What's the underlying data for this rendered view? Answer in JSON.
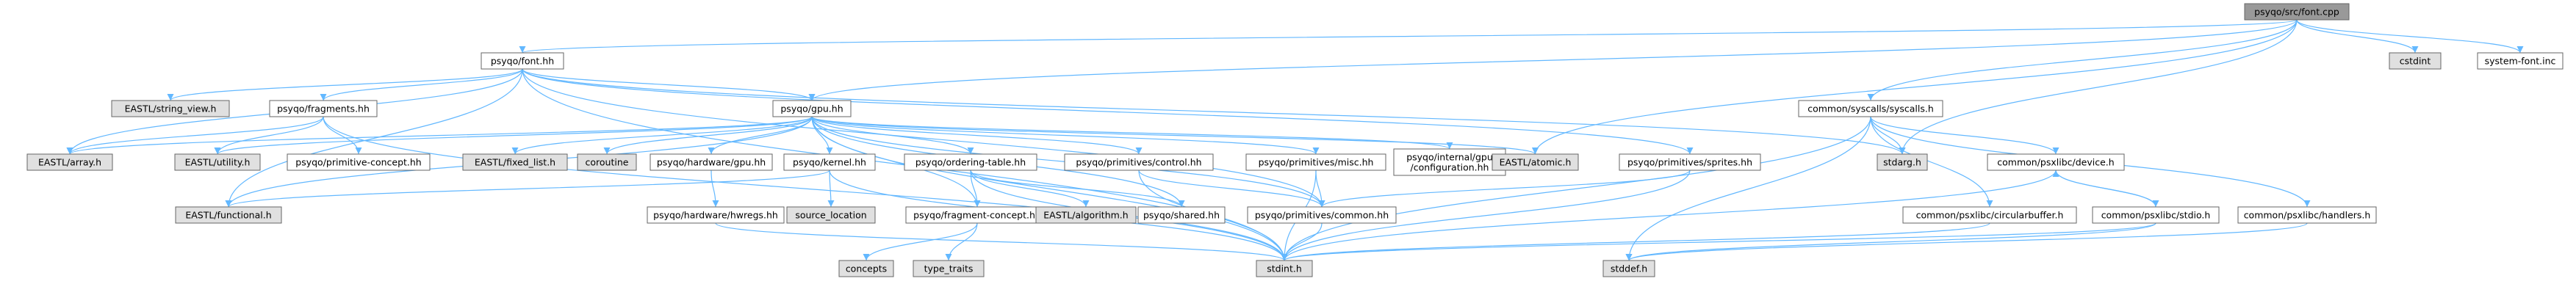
{
  "diagram": {
    "colors": {
      "edge": "#63b8ff",
      "arrowhead": "#63b8ff",
      "root_fill": "#999999",
      "node_fill": "#ffffff",
      "external_fill": "#e0e0e0",
      "border": "#666666"
    },
    "nodes": [
      {
        "id": "font_cpp",
        "label": "psyqo/src/font.cpp",
        "style": "root"
      },
      {
        "id": "font_hh",
        "label": "psyqo/font.hh",
        "style": "local"
      },
      {
        "id": "cstdint",
        "label": "cstdint",
        "style": "external"
      },
      {
        "id": "system_font",
        "label": "system-font.inc",
        "style": "local"
      },
      {
        "id": "string_view",
        "label": "EASTL/string_view.h",
        "style": "external"
      },
      {
        "id": "fragments",
        "label": "psyqo/fragments.hh",
        "style": "local"
      },
      {
        "id": "gpu_hh",
        "label": "psyqo/gpu.hh",
        "style": "local"
      },
      {
        "id": "syscalls",
        "label": "common/syscalls/syscalls.h",
        "style": "local"
      },
      {
        "id": "array_h",
        "label": "EASTL/array.h",
        "style": "external"
      },
      {
        "id": "utility_h",
        "label": "EASTL/utility.h",
        "style": "external"
      },
      {
        "id": "prim_concept",
        "label": "psyqo/primitive-concept.hh",
        "style": "local"
      },
      {
        "id": "fixed_list",
        "label": "EASTL/fixed_list.h",
        "style": "external"
      },
      {
        "id": "coroutine",
        "label": "coroutine",
        "style": "external"
      },
      {
        "id": "hw_gpu",
        "label": "psyqo/hardware/gpu.hh",
        "style": "local"
      },
      {
        "id": "kernel",
        "label": "psyqo/kernel.hh",
        "style": "local"
      },
      {
        "id": "ordering",
        "label": "psyqo/ordering-table.hh",
        "style": "local"
      },
      {
        "id": "prim_control",
        "label": "psyqo/primitives/control.hh",
        "style": "local"
      },
      {
        "id": "prim_misc",
        "label": "psyqo/primitives/misc.hh",
        "style": "local"
      },
      {
        "id": "internal_gpu",
        "label": "psyqo/internal/gpu\n/configuration.hh",
        "style": "local"
      },
      {
        "id": "atomic",
        "label": "EASTL/atomic.h",
        "style": "external"
      },
      {
        "id": "sprites",
        "label": "psyqo/primitives/sprites.hh",
        "style": "local"
      },
      {
        "id": "stdarg",
        "label": "stdarg.h",
        "style": "external"
      },
      {
        "id": "device",
        "label": "common/psxlibc/device.h",
        "style": "local"
      },
      {
        "id": "functional",
        "label": "EASTL/functional.h",
        "style": "external"
      },
      {
        "id": "hwregs",
        "label": "psyqo/hardware/hwregs.hh",
        "style": "local"
      },
      {
        "id": "source_location",
        "label": "source_location",
        "style": "external"
      },
      {
        "id": "frag_concept",
        "label": "psyqo/fragment-concept.hh",
        "style": "local"
      },
      {
        "id": "algorithm",
        "label": "EASTL/algorithm.h",
        "style": "external"
      },
      {
        "id": "shared",
        "label": "psyqo/shared.hh",
        "style": "local"
      },
      {
        "id": "prim_common",
        "label": "psyqo/primitives/common.hh",
        "style": "local"
      },
      {
        "id": "circularbuffer",
        "label": "common/psxlibc/circularbuffer.h",
        "style": "local"
      },
      {
        "id": "stdio",
        "label": "common/psxlibc/stdio.h",
        "style": "local"
      },
      {
        "id": "handlers",
        "label": "common/psxlibc/handlers.h",
        "style": "local"
      },
      {
        "id": "concepts",
        "label": "concepts",
        "style": "external"
      },
      {
        "id": "type_traits",
        "label": "type_traits",
        "style": "external"
      },
      {
        "id": "stdint",
        "label": "stdint.h",
        "style": "external"
      },
      {
        "id": "stddef",
        "label": "stddef.h",
        "style": "external"
      }
    ],
    "edges": [
      [
        "font_cpp",
        "font_hh"
      ],
      [
        "font_cpp",
        "cstdint"
      ],
      [
        "font_cpp",
        "system_font"
      ],
      [
        "font_cpp",
        "gpu_hh"
      ],
      [
        "font_cpp",
        "syscalls"
      ],
      [
        "font_cpp",
        "atomic"
      ],
      [
        "font_cpp",
        "stdarg"
      ],
      [
        "font_hh",
        "string_view"
      ],
      [
        "font_hh",
        "fragments"
      ],
      [
        "font_hh",
        "gpu_hh"
      ],
      [
        "font_hh",
        "array_h"
      ],
      [
        "font_hh",
        "functional"
      ],
      [
        "font_hh",
        "stdint"
      ],
      [
        "font_hh",
        "sprites"
      ],
      [
        "font_hh",
        "prim_common"
      ],
      [
        "font_hh",
        "stdarg"
      ],
      [
        "fragments",
        "array_h"
      ],
      [
        "fragments",
        "utility_h"
      ],
      [
        "fragments",
        "prim_concept"
      ],
      [
        "fragments",
        "stdint"
      ],
      [
        "gpu_hh",
        "array_h"
      ],
      [
        "gpu_hh",
        "utility_h"
      ],
      [
        "gpu_hh",
        "fixed_list"
      ],
      [
        "gpu_hh",
        "coroutine"
      ],
      [
        "gpu_hh",
        "hw_gpu"
      ],
      [
        "gpu_hh",
        "kernel"
      ],
      [
        "gpu_hh",
        "ordering"
      ],
      [
        "gpu_hh",
        "prim_control"
      ],
      [
        "gpu_hh",
        "prim_misc"
      ],
      [
        "gpu_hh",
        "internal_gpu"
      ],
      [
        "gpu_hh",
        "atomic"
      ],
      [
        "gpu_hh",
        "functional"
      ],
      [
        "gpu_hh",
        "frag_concept"
      ],
      [
        "gpu_hh",
        "shared"
      ],
      [
        "gpu_hh",
        "prim_common"
      ],
      [
        "gpu_hh",
        "stdint"
      ],
      [
        "hw_gpu",
        "hwregs"
      ],
      [
        "hwregs",
        "stdint"
      ],
      [
        "kernel",
        "functional"
      ],
      [
        "kernel",
        "source_location"
      ],
      [
        "kernel",
        "stdint"
      ],
      [
        "ordering",
        "frag_concept"
      ],
      [
        "ordering",
        "algorithm"
      ],
      [
        "ordering",
        "shared"
      ],
      [
        "ordering",
        "stdint"
      ],
      [
        "prim_control",
        "prim_common"
      ],
      [
        "prim_control",
        "stdint"
      ],
      [
        "prim_misc",
        "prim_common"
      ],
      [
        "prim_misc",
        "stdint"
      ],
      [
        "sprites",
        "prim_common"
      ],
      [
        "sprites",
        "stdint"
      ],
      [
        "prim_common",
        "stdint"
      ],
      [
        "frag_concept",
        "concepts"
      ],
      [
        "frag_concept",
        "type_traits"
      ],
      [
        "syscalls",
        "stdarg"
      ],
      [
        "syscalls",
        "device"
      ],
      [
        "syscalls",
        "circularbuffer"
      ],
      [
        "syscalls",
        "handlers"
      ],
      [
        "syscalls",
        "stdint"
      ],
      [
        "syscalls",
        "stddef"
      ],
      [
        "device",
        "stdio"
      ],
      [
        "device",
        "stdint"
      ],
      [
        "stdio",
        "device"
      ],
      [
        "stdio",
        "stdint"
      ],
      [
        "stdio",
        "stddef"
      ],
      [
        "circularbuffer",
        "stdint"
      ],
      [
        "handlers",
        "stddef"
      ]
    ]
  }
}
